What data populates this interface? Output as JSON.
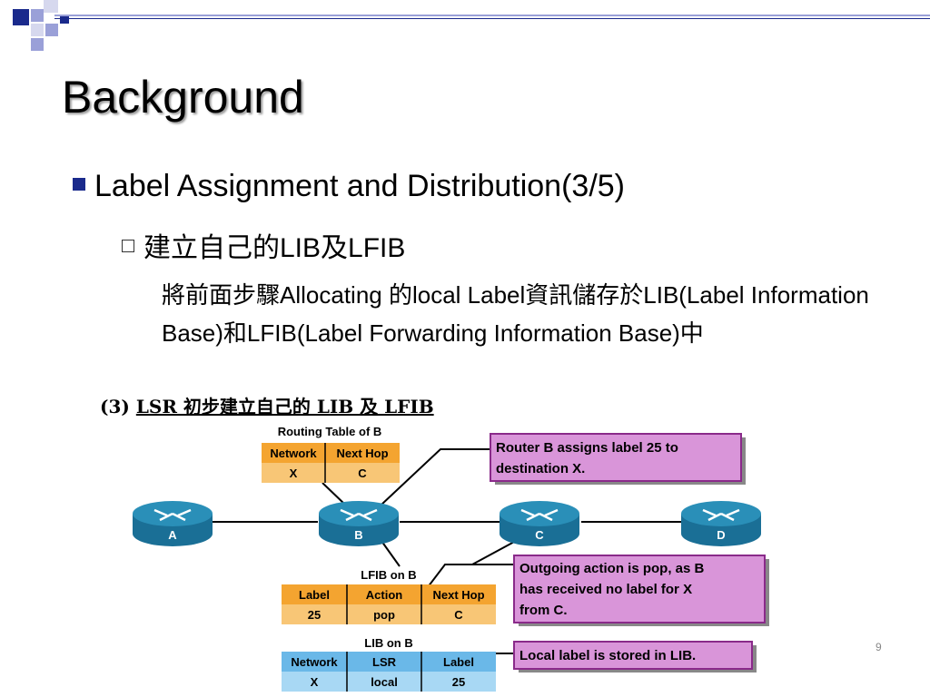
{
  "slide": {
    "title": "Background",
    "bullet1": "Label Assignment and Distribution(3/5)",
    "bullet2": "建立自己的LIB及LFIB",
    "bullet3": "將前面步驟Allocating 的local Label資訊儲存於LIB(Label Information Base)和LFIB(Label Forwarding Information Base)中",
    "page_number": "9"
  },
  "figure": {
    "caption_prefix": "(3)",
    "caption_text": "LSR  初步建立自己的 LIB 及 LFIB",
    "routers": [
      "A",
      "B",
      "C",
      "D"
    ],
    "routing_table": {
      "title": "Routing Table of B",
      "headers": [
        "Network",
        "Next Hop"
      ],
      "row": [
        "X",
        "C"
      ]
    },
    "lfib": {
      "title": "LFIB on B",
      "headers": [
        "Label",
        "Action",
        "Next Hop"
      ],
      "row": [
        "25",
        "pop",
        "C"
      ]
    },
    "lib": {
      "title": "LIB on B",
      "headers": [
        "Network",
        "LSR",
        "Label"
      ],
      "row": [
        "X",
        "local",
        "25"
      ]
    },
    "callouts": {
      "c1_line1": "Router B assigns label 25 to",
      "c1_line2": "destination X.",
      "c2_line1": "Outgoing action is pop, as B",
      "c2_line2": "has received no label for X",
      "c2_line3": "from C.",
      "c3_line1": "Local label is stored in LIB."
    }
  },
  "colors": {
    "accent_navy": "#1a2a8c",
    "accent_lavender": "#9aa0d8",
    "router_blue": "#2a8fb8",
    "table_header_orange": "#f4a430",
    "table_row_orange": "#f8c676",
    "table_header_blue": "#6ab8e8",
    "table_row_blue": "#a8d8f4",
    "callout_fill": "#d995d9",
    "callout_border": "#8a2a8a"
  }
}
